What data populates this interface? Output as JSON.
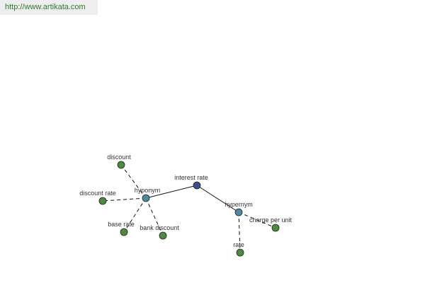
{
  "header": {
    "url": "http://www.artikata.com"
  },
  "graph": {
    "colors": {
      "root_fill": "#3a4f8c",
      "relation_fill": "#4d8a9e",
      "leaf_fill": "#4c8a3e",
      "node_stroke": "#222222",
      "edge": "#111111"
    },
    "nodes": [
      {
        "id": "interest-rate",
        "label": "interest rate",
        "kind": "root"
      },
      {
        "id": "hyponym",
        "label": "hyponym",
        "kind": "relation"
      },
      {
        "id": "hypernym",
        "label": "hypernym",
        "kind": "relation"
      },
      {
        "id": "discount",
        "label": "discount",
        "kind": "leaf"
      },
      {
        "id": "discount-rate",
        "label": "discount rate",
        "kind": "leaf"
      },
      {
        "id": "base-rate",
        "label": "base rate",
        "kind": "leaf"
      },
      {
        "id": "bank-discount",
        "label": "bank discount",
        "kind": "leaf"
      },
      {
        "id": "charge-per-unit",
        "label": "charge per unit",
        "kind": "leaf"
      },
      {
        "id": "rate",
        "label": "rate",
        "kind": "leaf"
      }
    ],
    "edges": [
      {
        "from": "interest-rate",
        "to": "hyponym",
        "style": "solid"
      },
      {
        "from": "interest-rate",
        "to": "hypernym",
        "style": "solid"
      },
      {
        "from": "hyponym",
        "to": "discount",
        "style": "dashed"
      },
      {
        "from": "hyponym",
        "to": "discount-rate",
        "style": "dashed"
      },
      {
        "from": "hyponym",
        "to": "base-rate",
        "style": "dashed"
      },
      {
        "from": "hyponym",
        "to": "bank-discount",
        "style": "dashed"
      },
      {
        "from": "hypernym",
        "to": "charge-per-unit",
        "style": "dashed"
      },
      {
        "from": "hypernym",
        "to": "rate",
        "style": "dashed"
      }
    ]
  }
}
